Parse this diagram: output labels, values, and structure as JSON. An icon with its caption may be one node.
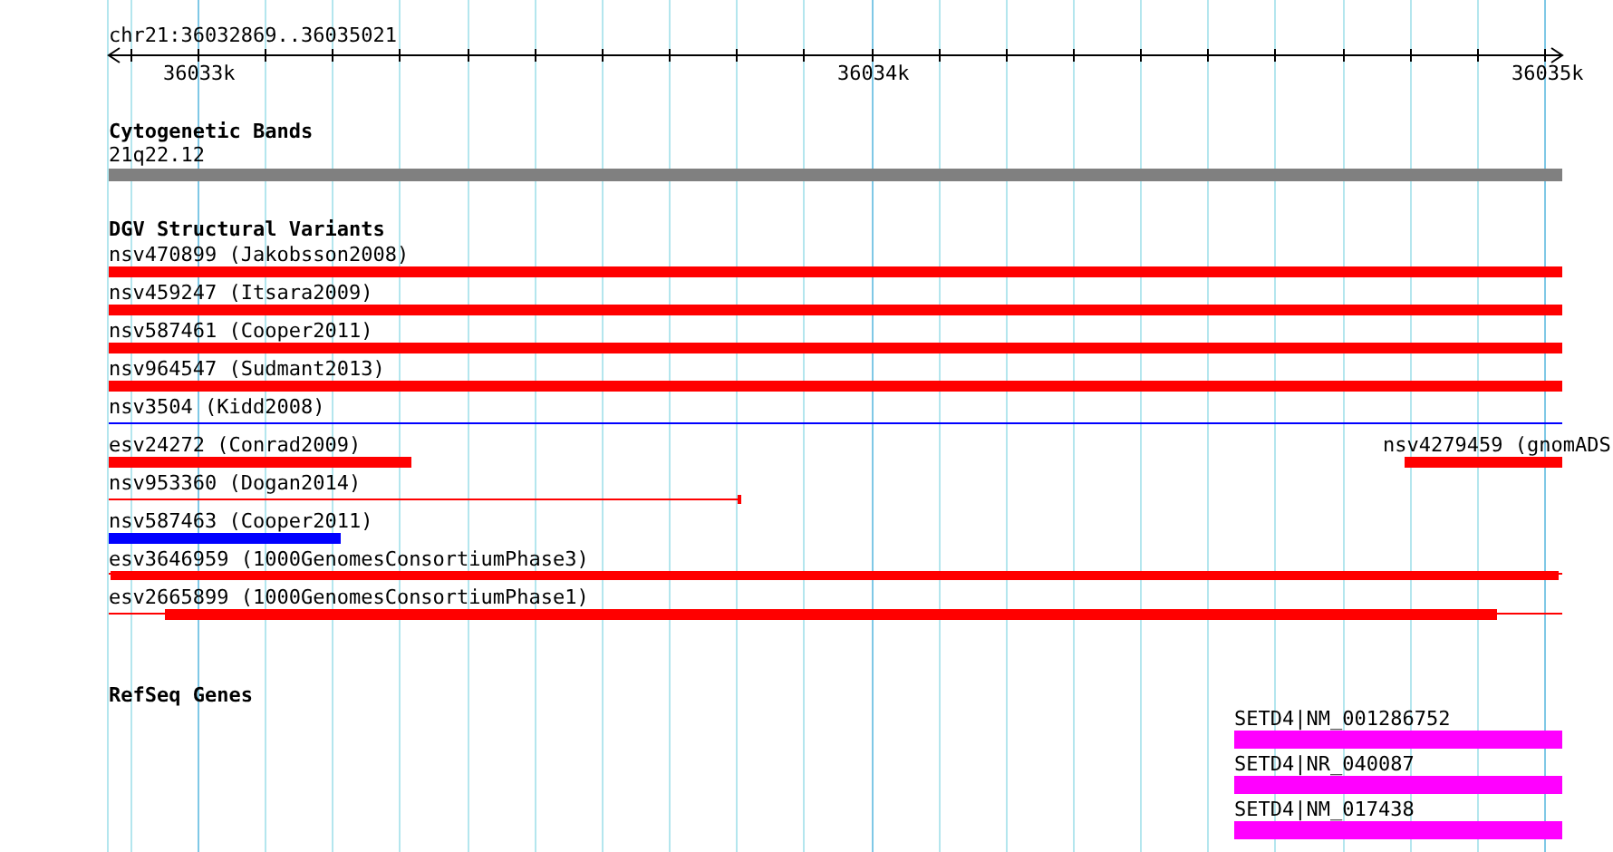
{
  "diagram": {
    "nodes": [
      {
        "text": [
          "21q22.12"
        ]
      },
      {
        "text": [
          "nsv470899 (Jakobsson2008)"
        ]
      },
      {
        "text": [
          "nsv459247 (Itsara2009)"
        ]
      },
      {
        "text": [
          "nsv587461 (Cooper2011)"
        ]
      },
      {
        "text": [
          "nsv964547 (Sudmant2013)"
        ]
      },
      {
        "text": [
          "nsv3504 (Kidd2008)"
        ]
      },
      {
        "text": [
          "esv24272 (Conrad2009)"
        ]
      },
      {
        "text": [
          "nsv4279459 (gnomADS"
        ]
      },
      {
        "text": [
          "nsv953360 (Dogan2014)"
        ]
      },
      {
        "text": [
          "nsv587463 (Cooper2011)"
        ]
      },
      {
        "text": [
          "esv3646959 (1000GenomesConsortiumPhase3)"
        ]
      },
      {
        "text": [
          "esv2665899 (1000GenomesConsortiumPhase1)"
        ]
      },
      {
        "text": [
          "SETD4|NM_001286752"
        ]
      },
      {
        "text": [
          "SETD4|NR_040087"
        ]
      },
      {
        "text": [
          "SETD4|NM_017438"
        ]
      }
    ],
    "labels": [
      "chr21:36032869..36035021",
      "36033k",
      "36034k",
      "36035k",
      "Cytogenetic Bands",
      "DGV Structural Variants",
      "RefSeq Genes"
    ]
  }
}
